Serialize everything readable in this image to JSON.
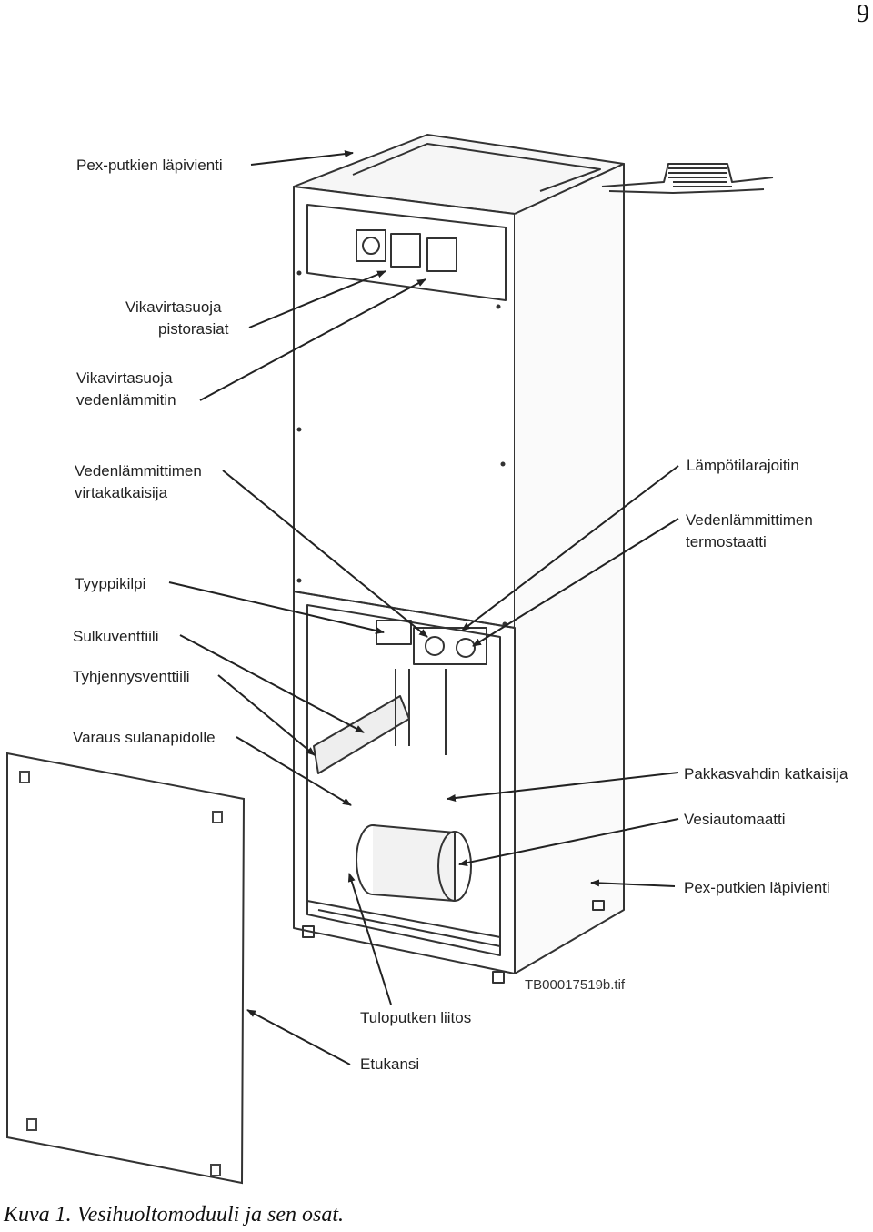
{
  "page_number": "9",
  "file_id": "TB00017519b.tif",
  "caption": "Kuva 1. Vesihuoltomoduuli ja sen osat.",
  "labels": {
    "pex_top": "Pex-putkien läpivienti",
    "vikavirta_pistorasiat_1": "Vikavirtasuoja",
    "vikavirta_pistorasiat_2": "pistorasiat",
    "vikavirta_vedenlammitin_1": "Vikavirtasuoja",
    "vikavirta_vedenlammitin_2": "vedenlämmitin",
    "vedenlammittimen_virtakatkaisija_1": "Vedenlämmittimen",
    "vedenlammittimen_virtakatkaisija_2": "virtakatkaisija",
    "tyyppikilpi": "Tyyppikilpi",
    "sulkuventtiili": "Sulkuventtiili",
    "tyhjennysventtiili": "Tyhjennysventtiili",
    "varaus_sulanapidolle": "Varaus sulanapidolle",
    "lampotilarajoitin": "Lämpötilarajoitin",
    "vedenlammittimen_termostaatti_1": "Vedenlämmittimen",
    "vedenlammittimen_termostaatti_2": "termostaatti",
    "pakkasvahdin_katkaisija": "Pakkasvahdin katkaisija",
    "vesiautomaatti": "Vesiautomaatti",
    "pex_bottom": "Pex-putkien läpivienti",
    "tuloputken_liitos": "Tuloputken liitos",
    "etukansi": "Etukansi"
  }
}
